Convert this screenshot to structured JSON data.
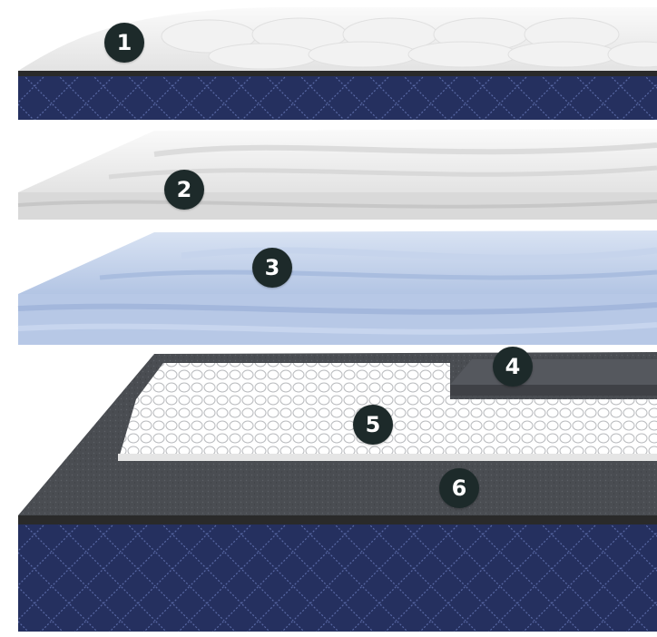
{
  "layers": [
    {
      "number": "1",
      "material": "quilted-cover"
    },
    {
      "number": "2",
      "material": "white-foam"
    },
    {
      "number": "3",
      "material": "blue-foam"
    },
    {
      "number": "4",
      "material": "grey-foam-edge"
    },
    {
      "number": "5",
      "material": "pocket-coils"
    },
    {
      "number": "6",
      "material": "grey-base-foam"
    }
  ],
  "colors": {
    "badge": "#1d2a2a",
    "navy_fabric": "#25305f",
    "grey_foam": "#4a4d52",
    "blue_foam": "#b7c8e6",
    "white_foam": "#ececec"
  }
}
